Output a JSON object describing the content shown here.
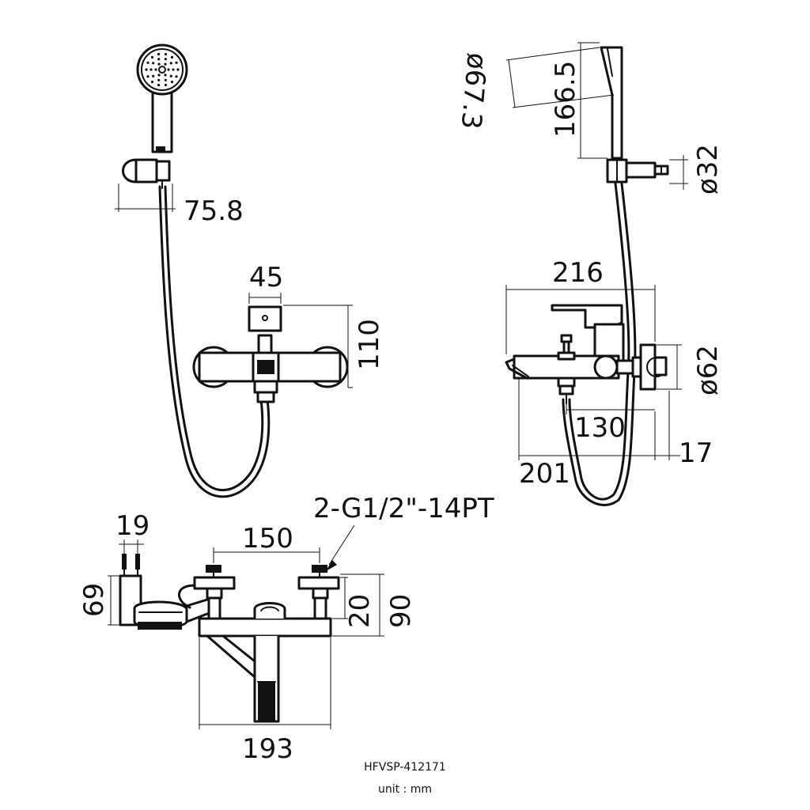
{
  "dimensions": {
    "d75_8": "75.8",
    "d45": "45",
    "d110": "110",
    "d67_3": "ø67.3",
    "d166_5": "166.5",
    "d32": "ø32",
    "d216": "216",
    "d62": "ø62",
    "d130": "130",
    "d17": "17",
    "d201": "201",
    "thread": "2-G1/2\"-14PT",
    "d19": "19",
    "d150": "150",
    "d69": "69",
    "d20": "20",
    "d90": "90",
    "d193": "193"
  },
  "footer": {
    "model": "HFVSP-412171",
    "unit": "unit : mm"
  }
}
